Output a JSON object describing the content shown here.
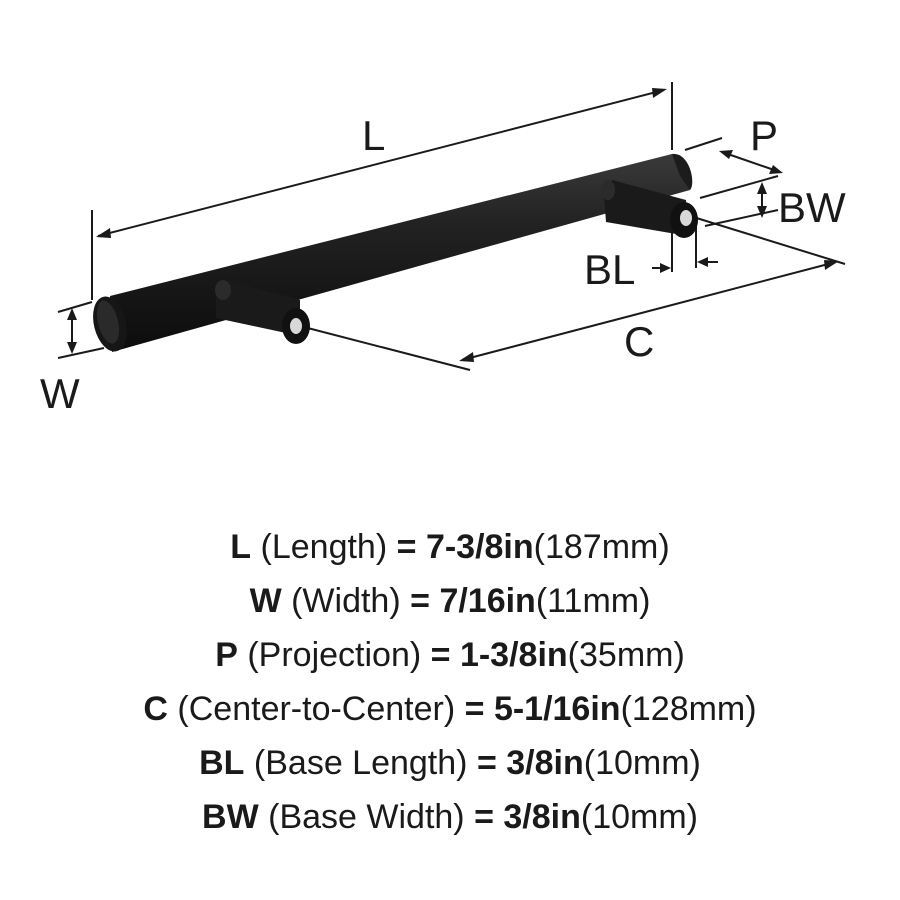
{
  "diagram": {
    "labels": {
      "L": "L",
      "W": "W",
      "P": "P",
      "BW": "BW",
      "BL": "BL",
      "C": "C"
    },
    "finish_color": "#1c1c1c"
  },
  "specs": [
    {
      "letter": "L",
      "desc": "(Length)",
      "eq": "=",
      "imperial": "7-3/8in",
      "metric": "(187mm)"
    },
    {
      "letter": "W",
      "desc": "(Width)",
      "eq": "=",
      "imperial": "7/16in",
      "metric": "(11mm)"
    },
    {
      "letter": "P",
      "desc": "(Projection)",
      "eq": "=",
      "imperial": "1-3/8in",
      "metric": "(35mm)"
    },
    {
      "letter": "C",
      "desc": "(Center-to-Center)",
      "eq": "=",
      "imperial": "5-1/16in",
      "metric": "(128mm)"
    },
    {
      "letter": "BL",
      "desc": "(Base Length)",
      "eq": "=",
      "imperial": "3/8in",
      "metric": "(10mm)"
    },
    {
      "letter": "BW",
      "desc": "(Base Width)",
      "eq": "=",
      "imperial": "3/8in",
      "metric": "(10mm)"
    }
  ]
}
